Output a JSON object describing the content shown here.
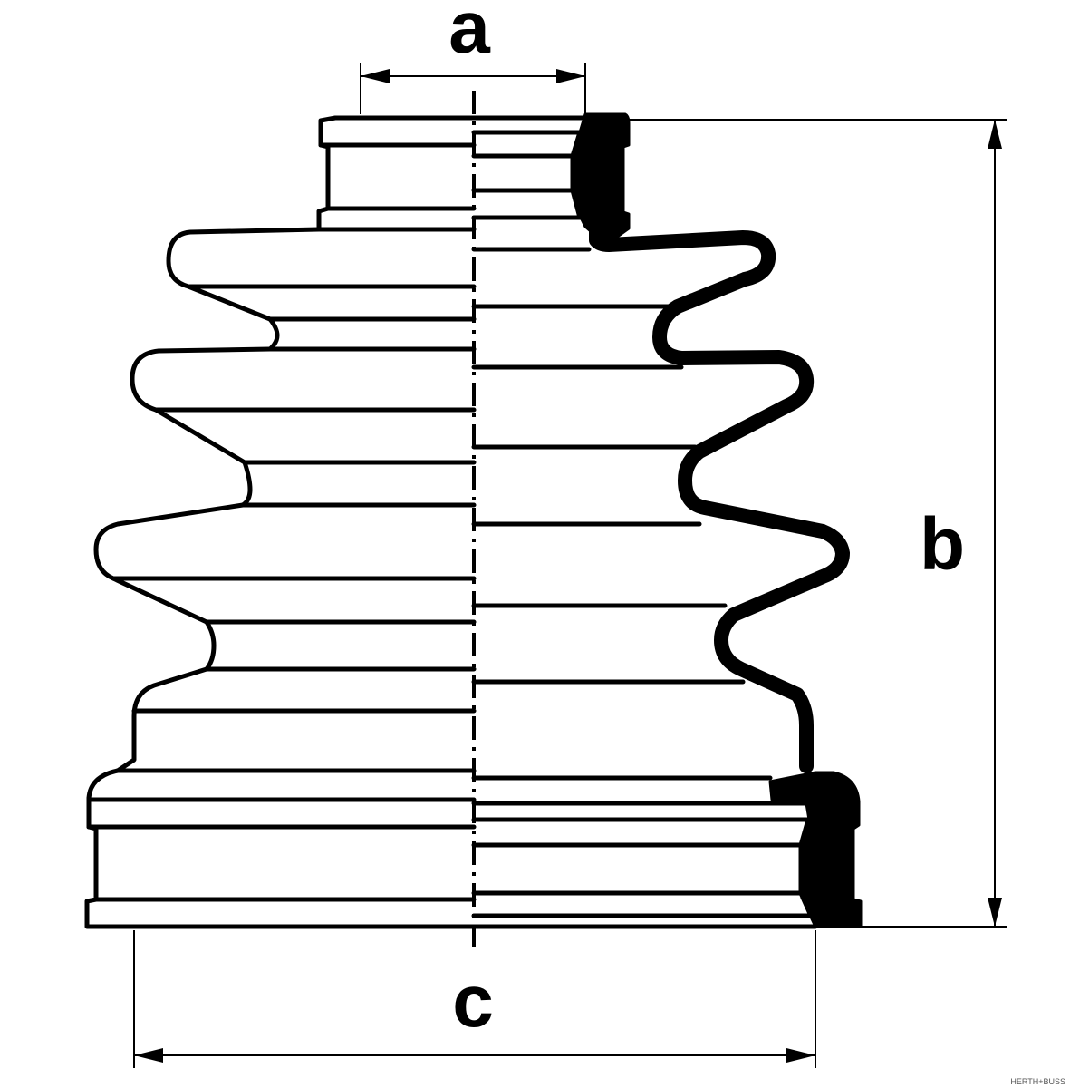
{
  "labels": {
    "dim_a": "a",
    "dim_b": "b",
    "dim_c": "c"
  },
  "brand": "HERTH+BUSS",
  "colors": {
    "line": "#000000",
    "background": "#ffffff"
  }
}
